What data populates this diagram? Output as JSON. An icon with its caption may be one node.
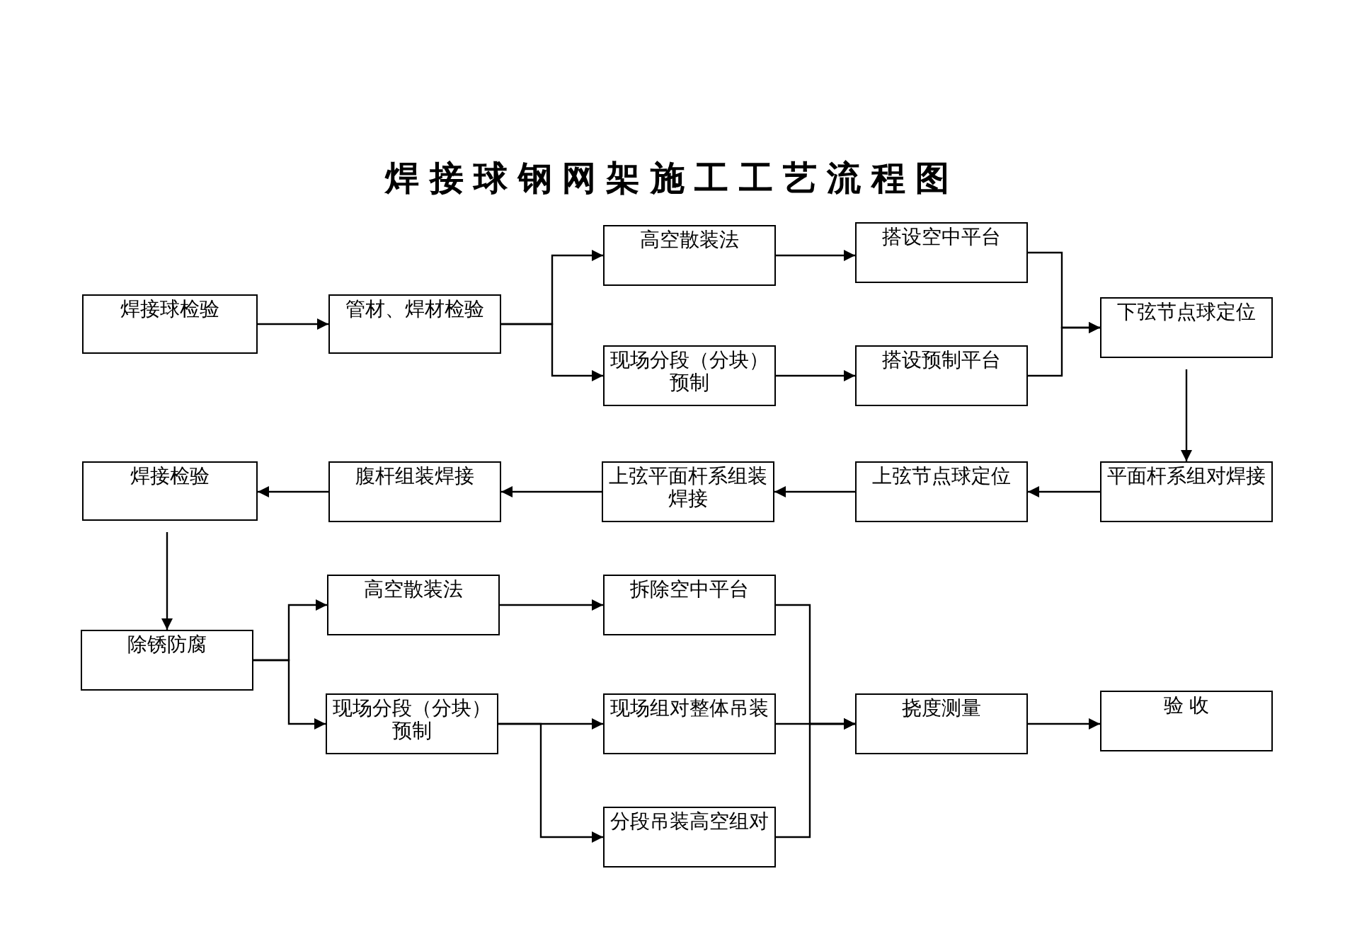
{
  "diagram": {
    "title": "焊接球钢网架施工工艺流程图",
    "nodes": [
      {
        "text": [
          "焊接球检验"
        ]
      },
      {
        "text": [
          "管材、焊材检验"
        ]
      },
      {
        "text": [
          "高空散装法"
        ]
      },
      {
        "text": [
          "现场分段（分块）预制"
        ]
      },
      {
        "text": [
          "搭设空中平台"
        ]
      },
      {
        "text": [
          "搭设预制平台"
        ]
      },
      {
        "text": [
          "下弦节点球定位"
        ]
      },
      {
        "text": [
          "平面杆系组对焊接"
        ]
      },
      {
        "text": [
          "上弦节点球定位"
        ]
      },
      {
        "text": [
          "上弦平面杆系组装焊接"
        ]
      },
      {
        "text": [
          "腹杆组装焊接"
        ]
      },
      {
        "text": [
          "焊接检验"
        ]
      },
      {
        "text": [
          "除锈防腐"
        ]
      },
      {
        "text": [
          "高空散装法"
        ]
      },
      {
        "text": [
          "现场分段（分块）预制"
        ]
      },
      {
        "text": [
          "拆除空中平台"
        ]
      },
      {
        "text": [
          "现场组对整体吊装"
        ]
      },
      {
        "text": [
          "分段吊装高空组对"
        ]
      },
      {
        "text": [
          "挠度测量"
        ]
      },
      {
        "text": [
          "验 收"
        ]
      }
    ],
    "edges": [
      {
        "from": 0,
        "to": 1,
        "arrow": "to"
      },
      {
        "from": 1,
        "to": 2,
        "arrow": "to"
      },
      {
        "from": 1,
        "to": 3,
        "arrow": "to"
      },
      {
        "from": 2,
        "to": 4,
        "arrow": "to"
      },
      {
        "from": 3,
        "to": 5,
        "arrow": "to"
      },
      {
        "from": 4,
        "to": 6,
        "arrow": "to"
      },
      {
        "from": 5,
        "to": 6,
        "arrow": "to"
      },
      {
        "from": 6,
        "to": 7,
        "arrow": "to"
      },
      {
        "from": 7,
        "to": 8,
        "arrow": "to"
      },
      {
        "from": 8,
        "to": 9,
        "arrow": "to"
      },
      {
        "from": 9,
        "to": 10,
        "arrow": "to"
      },
      {
        "from": 10,
        "to": 11,
        "arrow": "to"
      },
      {
        "from": 11,
        "to": 12,
        "arrow": "to"
      },
      {
        "from": 12,
        "to": 13,
        "arrow": "to"
      },
      {
        "from": 12,
        "to": 14,
        "arrow": "to"
      },
      {
        "from": 13,
        "to": 15,
        "arrow": "to"
      },
      {
        "from": 14,
        "to": 16,
        "arrow": "to"
      },
      {
        "from": 14,
        "to": 17,
        "arrow": "to"
      },
      {
        "from": 15,
        "to": 18,
        "arrow": "to"
      },
      {
        "from": 16,
        "to": 18,
        "arrow": "to"
      },
      {
        "from": 17,
        "to": 18,
        "arrow": "to"
      },
      {
        "from": 18,
        "to": 19,
        "arrow": "to"
      }
    ]
  }
}
